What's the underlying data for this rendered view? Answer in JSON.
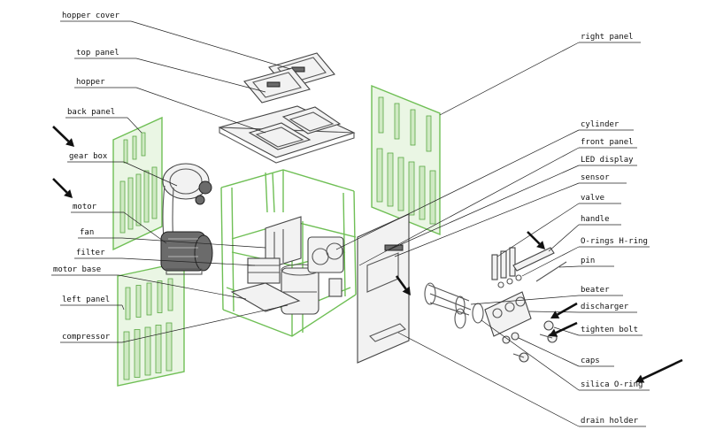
{
  "labels_left": [
    {
      "id": "hopper-cover",
      "text": "hopper cover"
    },
    {
      "id": "top-panel",
      "text": "top panel"
    },
    {
      "id": "hopper",
      "text": "hopper"
    },
    {
      "id": "back-panel",
      "text": "back panel"
    },
    {
      "id": "gear-box",
      "text": "gear box"
    },
    {
      "id": "motor",
      "text": "motor"
    },
    {
      "id": "fan",
      "text": "fan"
    },
    {
      "id": "filter",
      "text": "filter"
    },
    {
      "id": "motor-base",
      "text": "motor base"
    },
    {
      "id": "left-panel",
      "text": "left panel"
    },
    {
      "id": "compressor",
      "text": "compressor"
    }
  ],
  "labels_right": [
    {
      "id": "right-panel",
      "text": "right panel"
    },
    {
      "id": "cylinder",
      "text": "cylinder"
    },
    {
      "id": "front-panel",
      "text": "front panel"
    },
    {
      "id": "led-display",
      "text": "LED display"
    },
    {
      "id": "sensor",
      "text": "sensor"
    },
    {
      "id": "valve",
      "text": "valve"
    },
    {
      "id": "handle",
      "text": "handle"
    },
    {
      "id": "o-rings-h-ring",
      "text": "O-rings H-ring"
    },
    {
      "id": "pin",
      "text": "pin"
    },
    {
      "id": "beater",
      "text": "beater"
    },
    {
      "id": "discharger",
      "text": "discharger"
    },
    {
      "id": "tighten-bolt",
      "text": "tighten bolt"
    },
    {
      "id": "caps",
      "text": "caps"
    },
    {
      "id": "silica-o-ring",
      "text": "silica O-ring"
    },
    {
      "id": "drain-holder",
      "text": "drain holder"
    }
  ],
  "colors": {
    "part_outline": "#6fbf55",
    "part_fill": "#eaf6e4",
    "line": "#222222",
    "arrow": "#111111"
  }
}
